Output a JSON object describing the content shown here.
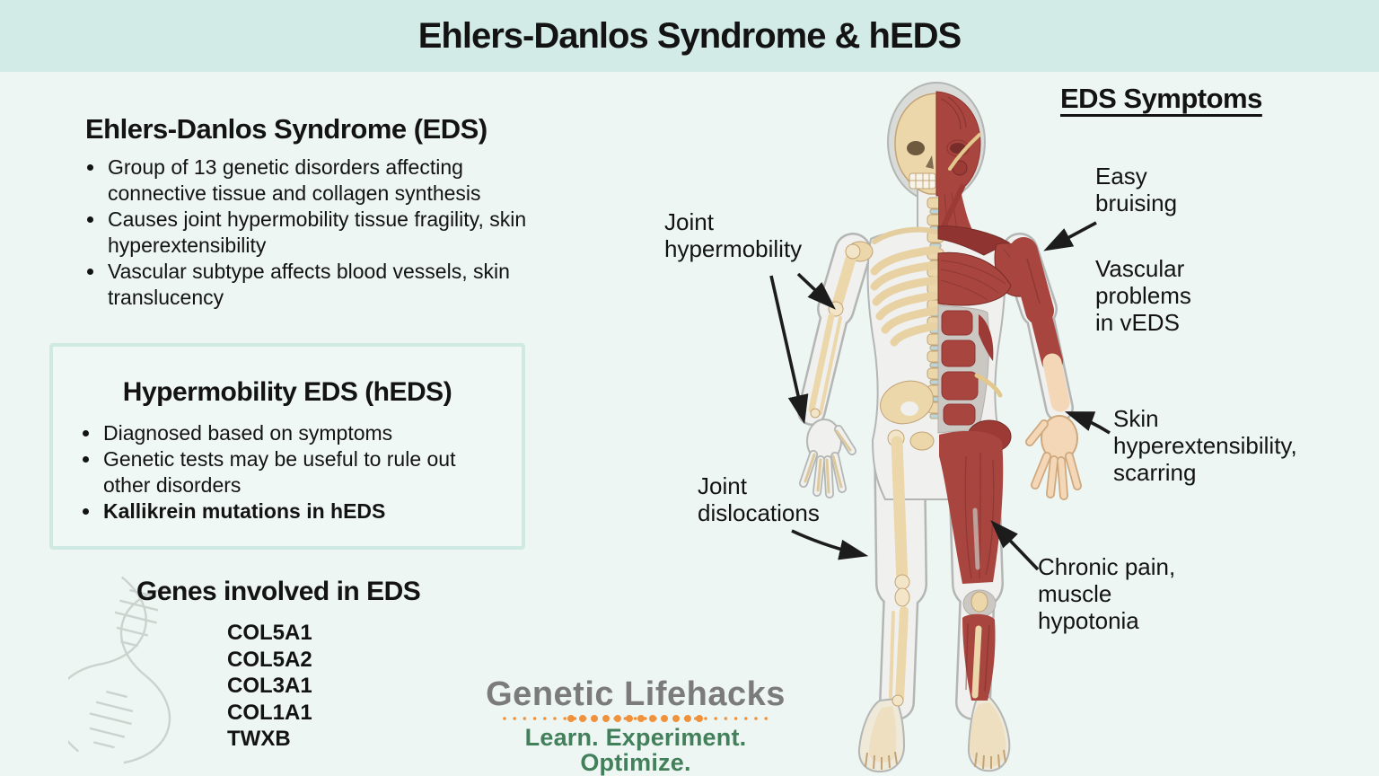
{
  "title": "Ehlers-Danlos Syndrome & hEDS",
  "eds": {
    "heading": "Ehlers-Danlos Syndrome (EDS)",
    "bullets": [
      "Group of 13 genetic disorders affecting connective tissue and collagen synthesis",
      "Causes joint hypermobility tissue fragility, skin hyperextensibility",
      "Vascular subtype affects blood vessels, skin translucency"
    ]
  },
  "heds": {
    "heading": "Hypermobility EDS (hEDS)",
    "bullets": [
      "Diagnosed based on symptoms",
      "Genetic tests may be useful to rule out other disorders",
      "Kallikrein mutations in hEDS"
    ]
  },
  "genes": {
    "heading": "Genes involved in EDS",
    "list": [
      "COL5A1",
      "COL5A2",
      "COL3A1",
      "COL1A1",
      "TWXB"
    ]
  },
  "figure_labels": {
    "joint_hypermobility": "Joint\nhypermobility",
    "joint_dislocations": "Joint\ndislocations"
  },
  "symptoms": {
    "heading": "EDS Symptoms",
    "easy_bruising": "Easy\nbruising",
    "vascular": "Vascular\nproblems\nin vEDS",
    "skin": "Skin\nhyperextensibility,\nscarring",
    "chronic": "Chronic pain,\nmuscle\nhypotonia"
  },
  "logo": {
    "name": "Genetic Lifehacks",
    "tagline": "Learn. Experiment. Optimize."
  },
  "colors": {
    "header_band": "#d3ebe7",
    "background": "#edf6f2",
    "box_border": "#cfe9e3",
    "box_fill": "#f0f8f5",
    "logo_gray": "#7b7b7b",
    "logo_orange": "#f0923c",
    "logo_green": "#41805b",
    "muscle_red": "#a8453f",
    "bone": "#ecd7ab",
    "arrow_black": "#1c1c1c"
  }
}
